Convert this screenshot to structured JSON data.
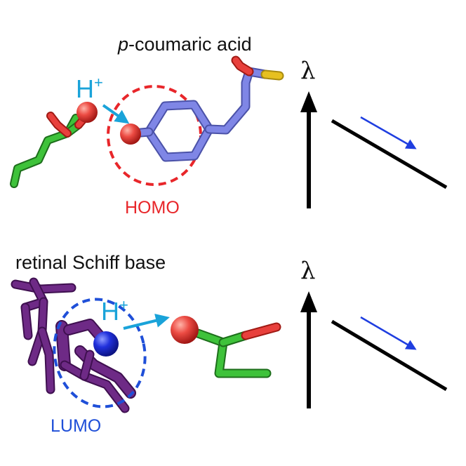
{
  "top_panel": {
    "molecule_label_italic": "p",
    "molecule_label_rest": "-coumaric acid",
    "proton": "H",
    "proton_charge": "+",
    "orbital_label": "HOMO",
    "axis_symbol": "λ"
  },
  "bottom_panel": {
    "molecule_label": "retinal Schiff base",
    "proton": "H",
    "proton_charge": "+",
    "orbital_label": "LUMO",
    "axis_symbol": "λ"
  },
  "colors": {
    "proton": "#1aa3d9",
    "homo": "#e8262a",
    "lumo": "#1f4fd8",
    "trend_arrow": "#1f3ee0",
    "carbon_green": "#3ec23a",
    "carbon_slate": "#7f86e6",
    "carbon_purple": "#6e2a86",
    "oxygen": "#e8403c",
    "nitrogen": "#1c2ad6",
    "sulfur": "#e6c020"
  }
}
